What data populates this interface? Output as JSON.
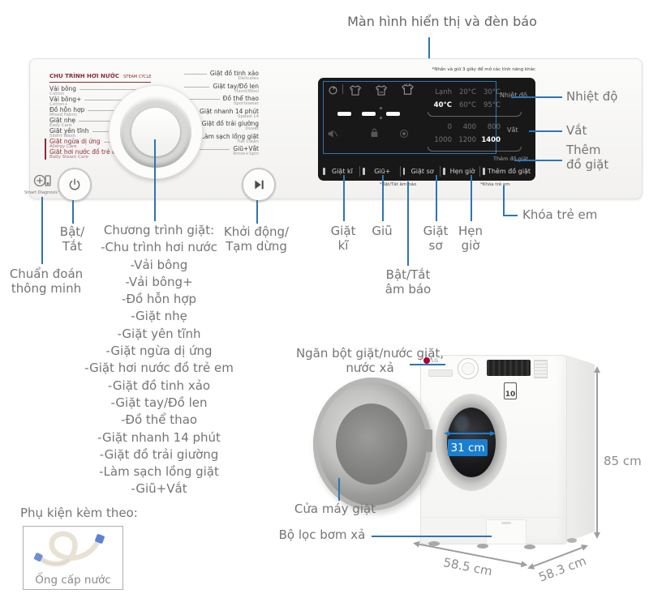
{
  "colors": {
    "annotation_blue": "#2f74b5",
    "heading_red": "#8e2a35",
    "badge_blue": "#1b7fd0",
    "display_bg": "#181818"
  },
  "header": {
    "display_label": "Màn hình hiển thị và đèn báo"
  },
  "panel": {
    "steam_cycle_vi": "CHU TRÌNH HƠI NƯỚC",
    "steam_cycle_en": "STEAM CYCLE",
    "left_programs": [
      {
        "vi": "Vải bông",
        "en": "Cotton"
      },
      {
        "vi": "Vải bông+",
        "en": "Cotton+"
      },
      {
        "vi": "Đồ hỗn hợp",
        "en": "Mixed Fabric"
      },
      {
        "vi": "Giặt nhẹ",
        "en": "Easy Care"
      },
      {
        "vi": "Giặt yên tĩnh",
        "en": "Silent Wash"
      }
    ],
    "steam_programs": [
      {
        "vi": "Giặt ngừa dị ứng",
        "en": "Allergy Care"
      },
      {
        "vi": "Giặt hơi nước đồ trẻ em",
        "en": "Baby Steam Care"
      }
    ],
    "right_programs": [
      {
        "vi": "Giặt đồ tinh xảo",
        "en": "Delicates"
      },
      {
        "vi": "Giặt tay/Đồ len",
        "en": "Hand/Wool"
      },
      {
        "vi": "Đồ thể thao",
        "en": "Sportswear"
      },
      {
        "vi": "Giặt nhanh 14 phút",
        "en": "Speed 14"
      },
      {
        "vi": "Giặt đồ trải giường",
        "en": "Duvet"
      },
      {
        "vi": "Làm sạch lồng giặt",
        "en": "Tub Clean"
      },
      {
        "vi": "Giũ+Vắt",
        "en": "Rinse+Spin"
      }
    ],
    "smart_diagnosis": "Smart Diagnosis™",
    "hold_note": "*Nhấn và giữ 3 giây để mở các tính năng khác"
  },
  "display": {
    "value": "- - -",
    "temps": [
      "Lạnh",
      "20°C",
      "30°C",
      "40°C",
      "60°C",
      "95°C"
    ],
    "temp_panel_label": "Nhiệt độ",
    "spins": [
      "0",
      "400",
      "800",
      "1000",
      "1200",
      "1400"
    ],
    "spin_panel_label": "Vắt",
    "add_panel_label": "Thêm đồ giặt",
    "buttons": [
      "Giặt kĩ",
      "Giũ+",
      "Giặt sơ",
      "Hẹn giờ",
      "Thêm đồ giặt"
    ],
    "beep_note": "*Bật/Tắt âm báo",
    "childlock_note": "*Khóa trẻ em"
  },
  "annotations": {
    "temp": "Nhiệt độ",
    "spin": "Vắt",
    "add": {
      "l1": "Thêm",
      "l2": "đồ giặt"
    },
    "childlock": "Khóa trẻ em",
    "thorough": {
      "l1": "Giặt",
      "l2": "kĩ"
    },
    "rinse": "Giũ",
    "prewash": {
      "l1": "Giặt",
      "l2": "sơ"
    },
    "timer": {
      "l1": "Hẹn",
      "l2": "giờ"
    },
    "beep": {
      "l1": "Bật/Tắt",
      "l2": "âm báo"
    },
    "power": {
      "l1": "Bật/",
      "l2": "Tắt"
    },
    "smart": {
      "l1": "Chuẩn đoán",
      "l2": "thông minh"
    },
    "start": {
      "l1": "Khởi động/",
      "l2": "Tạm dừng"
    }
  },
  "program_list": {
    "title": "Chương trình giặt:",
    "items": [
      "-Chu trình hơi nước",
      "-Vải bông",
      "-Vải bông+",
      "-Đồ hỗn hợp",
      "-Giặt nhẹ",
      "-Giặt yên tĩnh",
      "-Giặt ngừa dị ứng",
      "-Giặt hơi nước đồ trẻ em",
      "-Giặt đồ tinh xảo",
      "-Giặt tay/Đồ len",
      "-Đồ thể thao",
      "-Giặt nhanh 14 phút",
      "-Giặt đồ trải giường",
      "-Làm sạch lồng giặt",
      "-Giũ+Vắt"
    ]
  },
  "machine": {
    "brand": "LG",
    "inverter_badge": "10",
    "drawer_label": {
      "l1": "Ngăn bột giặt/nước giặt,",
      "l2": "nước xả"
    },
    "door_label": "Cửa máy giặt",
    "filter_label": "Bộ lọc bơm xả",
    "drum_width": "31 cm",
    "height": "85 cm",
    "width": "58.5 cm",
    "depth": "58.3 cm"
  },
  "accessory": {
    "title": "Phụ kiện kèm theo:",
    "item": "Ống cấp nước"
  }
}
